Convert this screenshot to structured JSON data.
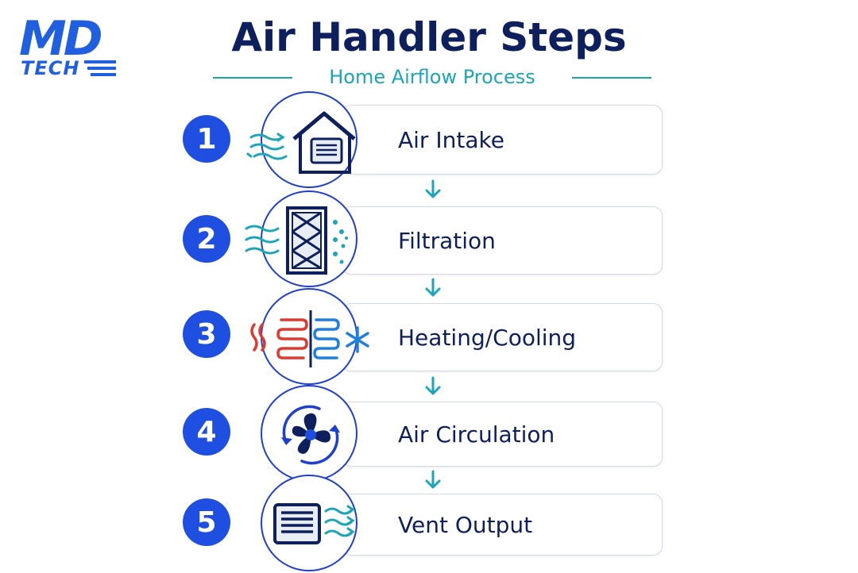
{
  "logo": {
    "md": "MD",
    "tech": "TECH"
  },
  "title": "Air Handler Steps",
  "subtitle": "Home Airflow Process",
  "colors": {
    "navy": "#0d1f5c",
    "blue": "#1f4fe0",
    "teal": "#1aa5b8",
    "red": "#e03a2f"
  },
  "steps": [
    {
      "number": "1",
      "label": "Air Intake",
      "icon": "house-intake-icon"
    },
    {
      "number": "2",
      "label": "Filtration",
      "icon": "filter-icon"
    },
    {
      "number": "3",
      "label": "Heating/Cooling",
      "icon": "heating-cooling-coil-icon"
    },
    {
      "number": "4",
      "label": "Air Circulation",
      "icon": "fan-icon"
    },
    {
      "number": "5",
      "label": "Vent Output",
      "icon": "vent-icon"
    }
  ]
}
